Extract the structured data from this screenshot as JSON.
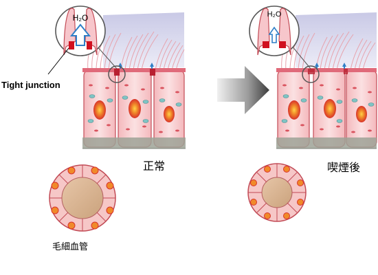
{
  "labels": {
    "tight_junction": "Tight junction",
    "normal": "正常",
    "after_smoking": "喫煙後",
    "capillary": "毛細血管",
    "water_left": "H₂O",
    "water_right": "H₂O"
  }
}
